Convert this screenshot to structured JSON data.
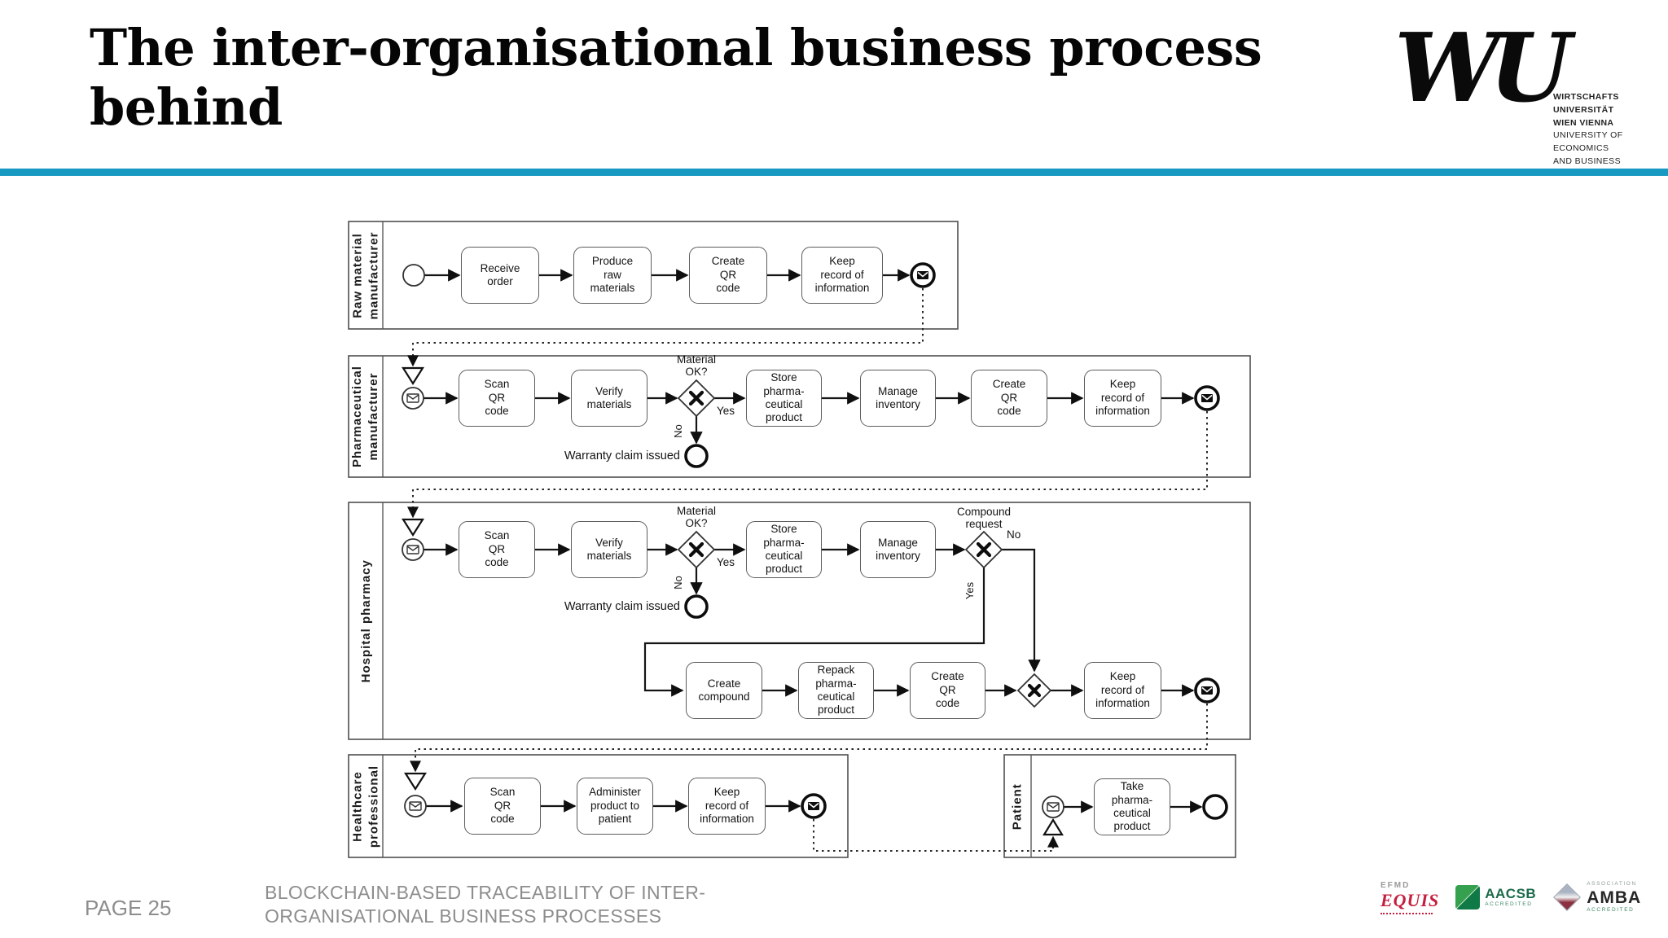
{
  "slide": {
    "title": "The inter-organisational business process\nbehind",
    "colors": {
      "accent": "#1899c2"
    },
    "footer": {
      "page_label": "PAGE 25",
      "deck_title": "BLOCKCHAIN-BASED TRACEABILITY OF INTER-\nORGANISATIONAL BUSINESS PROCESSES"
    }
  },
  "logo": {
    "monogram": "WU",
    "block_bold": "WIRTSCHAFTS\nUNIVERSITÄT\nWIEN VIENNA",
    "block_reg": "UNIVERSITY OF\nECONOMICS\nAND BUSINESS"
  },
  "accreditations": {
    "efmd": "EFMD",
    "equis": "EQUIS",
    "aacsb": "AACSB",
    "aacsb_sub": "ACCREDITED",
    "amba_top": "ASSOCIATION",
    "amba": "AMBA",
    "amba_sub": "ACCREDITED"
  },
  "diagram": {
    "lanes": [
      {
        "label": "Raw material\nmanufacturer"
      },
      {
        "label": "Pharmaceutical\nmanufacturer"
      },
      {
        "label": "Hospital pharmacy"
      },
      {
        "label": "Healthcare\nprofessional"
      },
      {
        "label": "Patient"
      }
    ],
    "tasks": {
      "l1t1": "Receive\norder",
      "l1t2": "Produce\nraw\nmaterials",
      "l1t3": "Create\nQR\ncode",
      "l1t4": "Keep\nrecord of\ninformation",
      "l2t1": "Scan\nQR\ncode",
      "l2t2": "Verify\nmaterials",
      "l2t3": "Store\npharma-\nceutical\nproduct",
      "l2t4": "Manage\ninventory",
      "l2t5": "Create\nQR\ncode",
      "l2t6": "Keep\nrecord of\ninformation",
      "l3t1": "Scan\nQR\ncode",
      "l3t2": "Verify\nmaterials",
      "l3t3": "Store\npharma-\nceutical\nproduct",
      "l3t4": "Manage\ninventory",
      "l3b1": "Create\ncompound",
      "l3b2": "Repack\npharma-\nceutical\nproduct",
      "l3b3": "Create\nQR\ncode",
      "l3b4": "Keep\nrecord of\ninformation",
      "l4t1": "Scan\nQR\ncode",
      "l4t2": "Administer\nproduct to\npatient",
      "l4t3": "Keep\nrecord of\ninformation",
      "l5t1": "Take\npharma-\nceutical\nproduct"
    },
    "labels": {
      "material_ok": "Material\nOK?",
      "compound_request": "Compound\nrequest",
      "yes": "Yes",
      "no": "No",
      "warranty": "Warranty claim issued"
    }
  }
}
